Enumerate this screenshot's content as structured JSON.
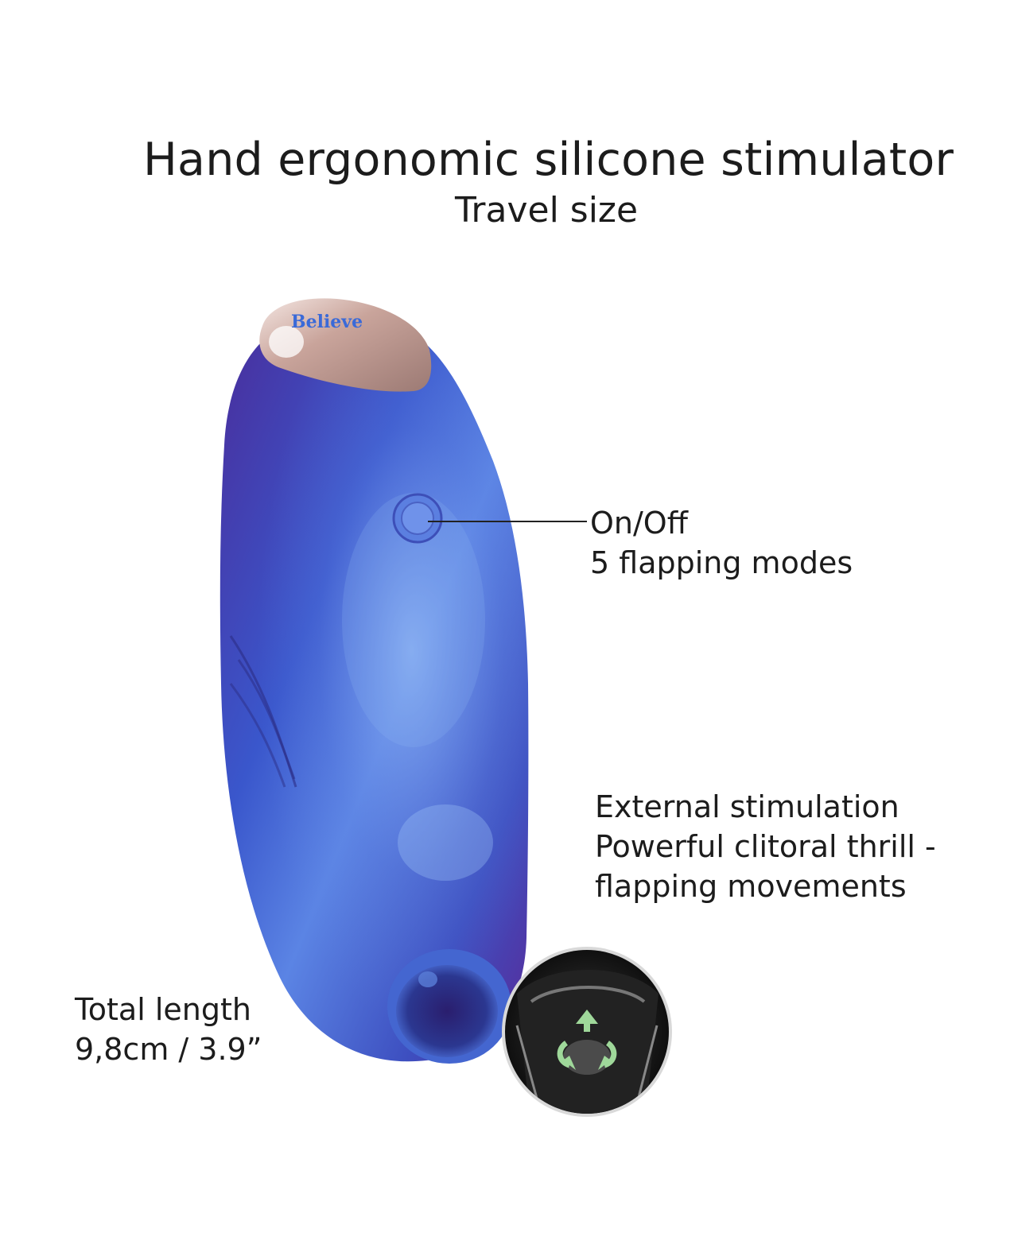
{
  "heading": {
    "title": "Hand ergonomic silicone stimulator",
    "subtitle": "Travel size"
  },
  "product": {
    "brand_logo_text": "Believe",
    "body_colors": [
      "#2f4ec4",
      "#5a79e0",
      "#6a2f9e",
      "#3b1f7a"
    ],
    "cap_color": "#c7a39a"
  },
  "callouts": {
    "power": {
      "line1": "On/Off",
      "line2": "5 flapping modes"
    },
    "external": {
      "line1": "External stimulation",
      "line2": "Powerful clitoral thrill -",
      "line3": "flapping movements"
    },
    "length": {
      "line1": "Total length",
      "line2": "9,8cm / 3.9”"
    }
  },
  "detail_inset": {
    "icon": "rotate-arrows-icon",
    "arrow_color": "#9fd89a"
  }
}
